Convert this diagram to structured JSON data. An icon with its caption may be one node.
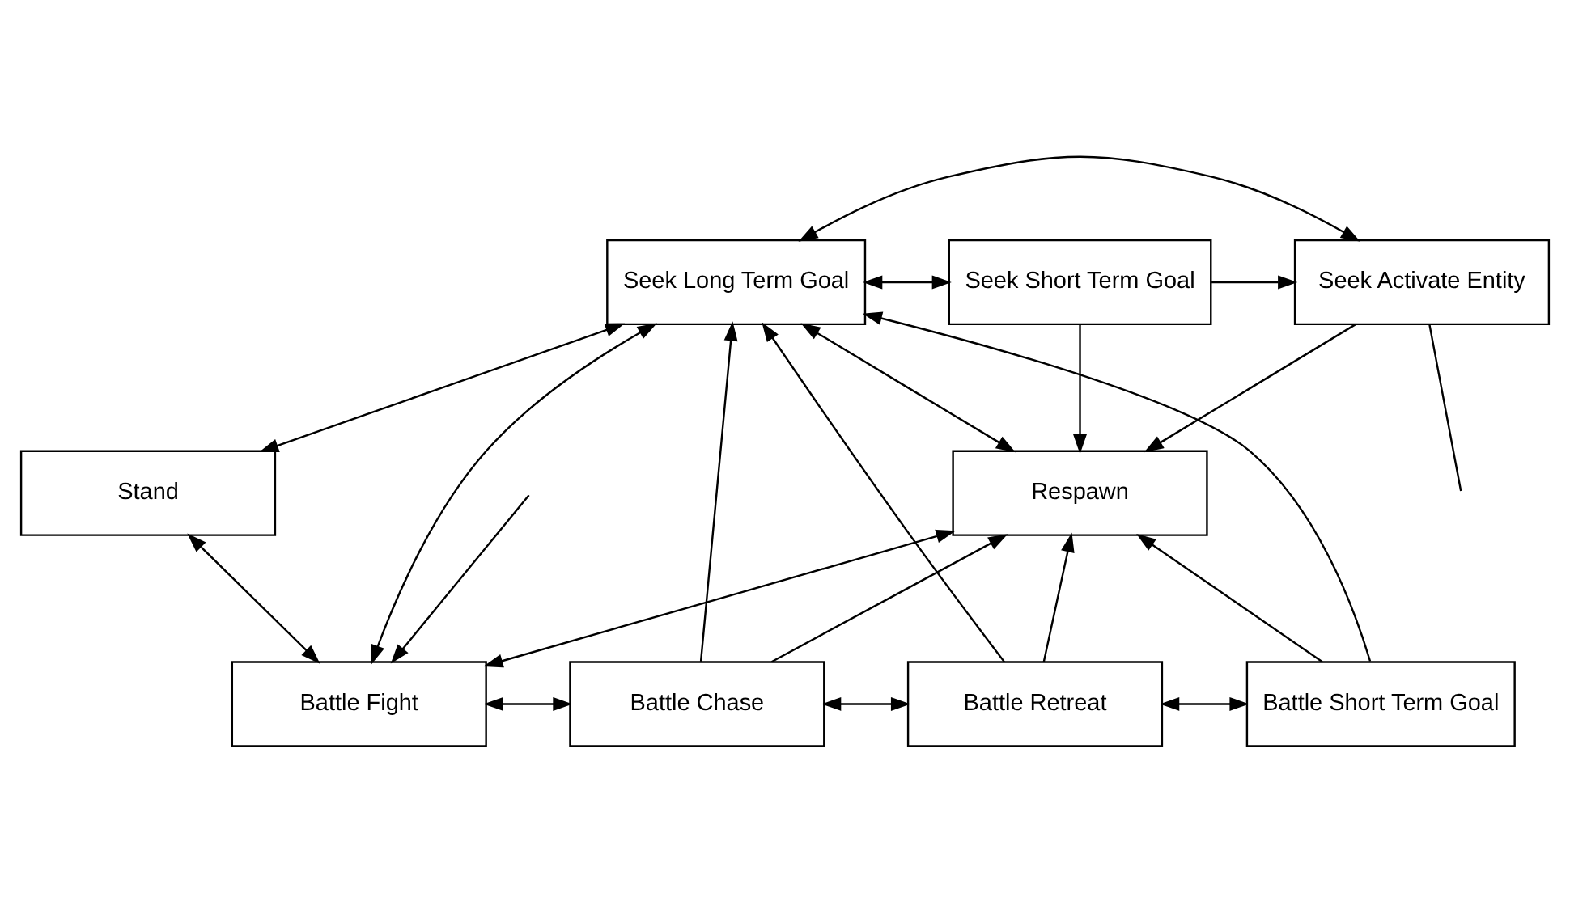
{
  "diagram": {
    "nodes": [
      {
        "text": [
          "Seek Long Term Goal"
        ]
      },
      {
        "text": [
          "Seek Short Term Goal"
        ]
      },
      {
        "text": [
          "Seek Activate Entity"
        ]
      },
      {
        "text": [
          "Stand"
        ]
      },
      {
        "text": [
          "Respawn"
        ]
      },
      {
        "text": [
          "Battle Fight"
        ]
      },
      {
        "text": [
          "Battle Chase"
        ]
      },
      {
        "text": [
          "Battle Retreat"
        ]
      },
      {
        "text": [
          "Battle Short Term Goal"
        ]
      }
    ],
    "edges": [
      {
        "from": 0,
        "to": 1,
        "arrow": "both"
      },
      {
        "from": 1,
        "to": 2,
        "arrow": "to"
      },
      {
        "from": 0,
        "to": 2,
        "arrow": "both"
      },
      {
        "from": 8,
        "to": 0,
        "arrow": "to"
      },
      {
        "from": 2,
        "to": null,
        "arrow": "none"
      },
      {
        "from": 0,
        "to": 5,
        "arrow": "both"
      },
      {
        "from": 0,
        "to": 3,
        "arrow": "both"
      },
      {
        "from": 3,
        "to": 5,
        "arrow": "both"
      },
      {
        "from": 0,
        "to": 4,
        "arrow": "both"
      },
      {
        "from": 1,
        "to": 4,
        "arrow": "to"
      },
      {
        "from": 2,
        "to": 4,
        "arrow": "to"
      },
      {
        "from": 6,
        "to": 0,
        "arrow": "to"
      },
      {
        "from": 7,
        "to": 0,
        "arrow": "to"
      },
      {
        "from": 5,
        "to": 4,
        "arrow": "both"
      },
      {
        "from": 6,
        "to": 4,
        "arrow": "to"
      },
      {
        "from": 7,
        "to": 4,
        "arrow": "to"
      },
      {
        "from": 8,
        "to": 4,
        "arrow": "to"
      },
      {
        "from": null,
        "to": 5,
        "arrow": "to"
      },
      {
        "from": 5,
        "to": 6,
        "arrow": "both"
      },
      {
        "from": 6,
        "to": 7,
        "arrow": "both"
      },
      {
        "from": 7,
        "to": 8,
        "arrow": "both"
      }
    ]
  }
}
